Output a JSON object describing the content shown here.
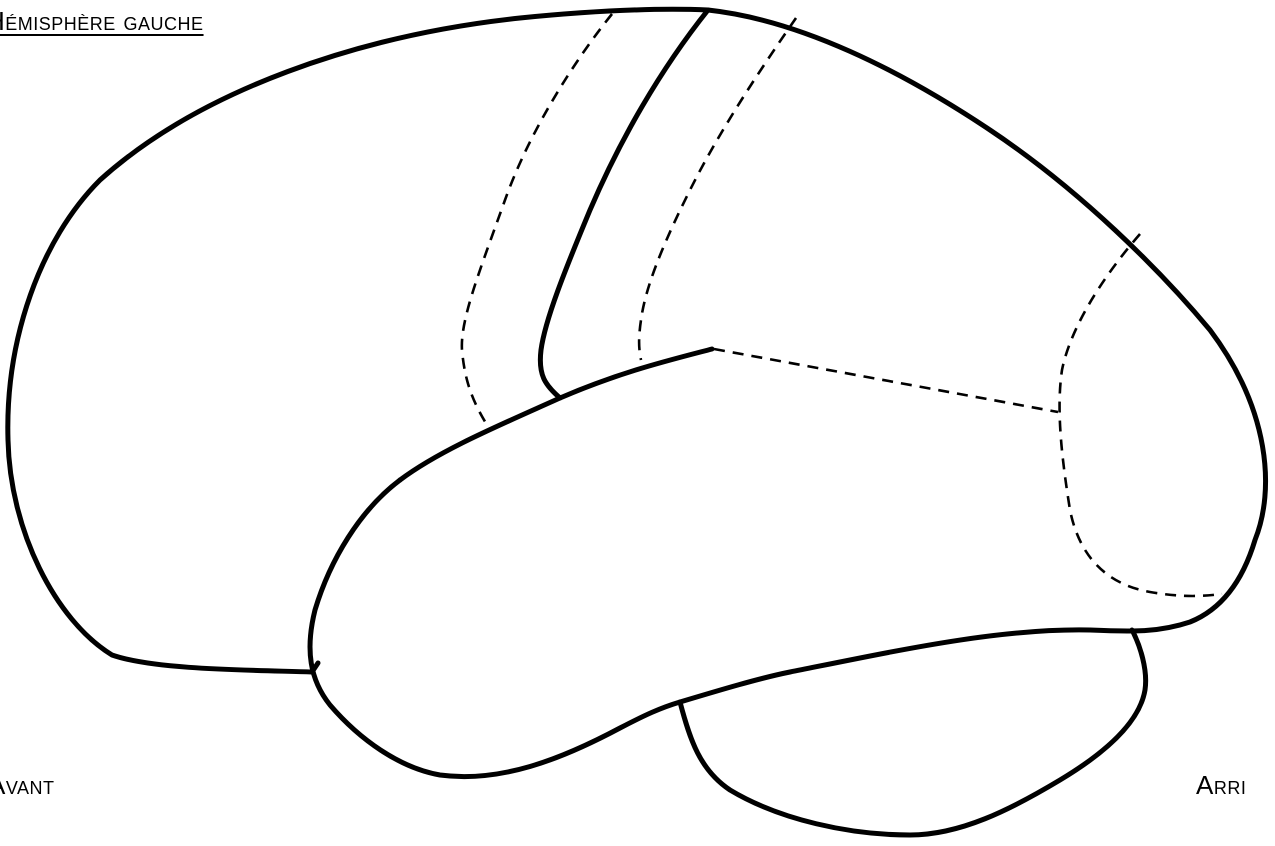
{
  "labels": {
    "title": "Hémisphère gauche",
    "front": "Avant",
    "back": "Arri"
  },
  "colors": {
    "stroke": "#000000",
    "background": "#ffffff"
  }
}
